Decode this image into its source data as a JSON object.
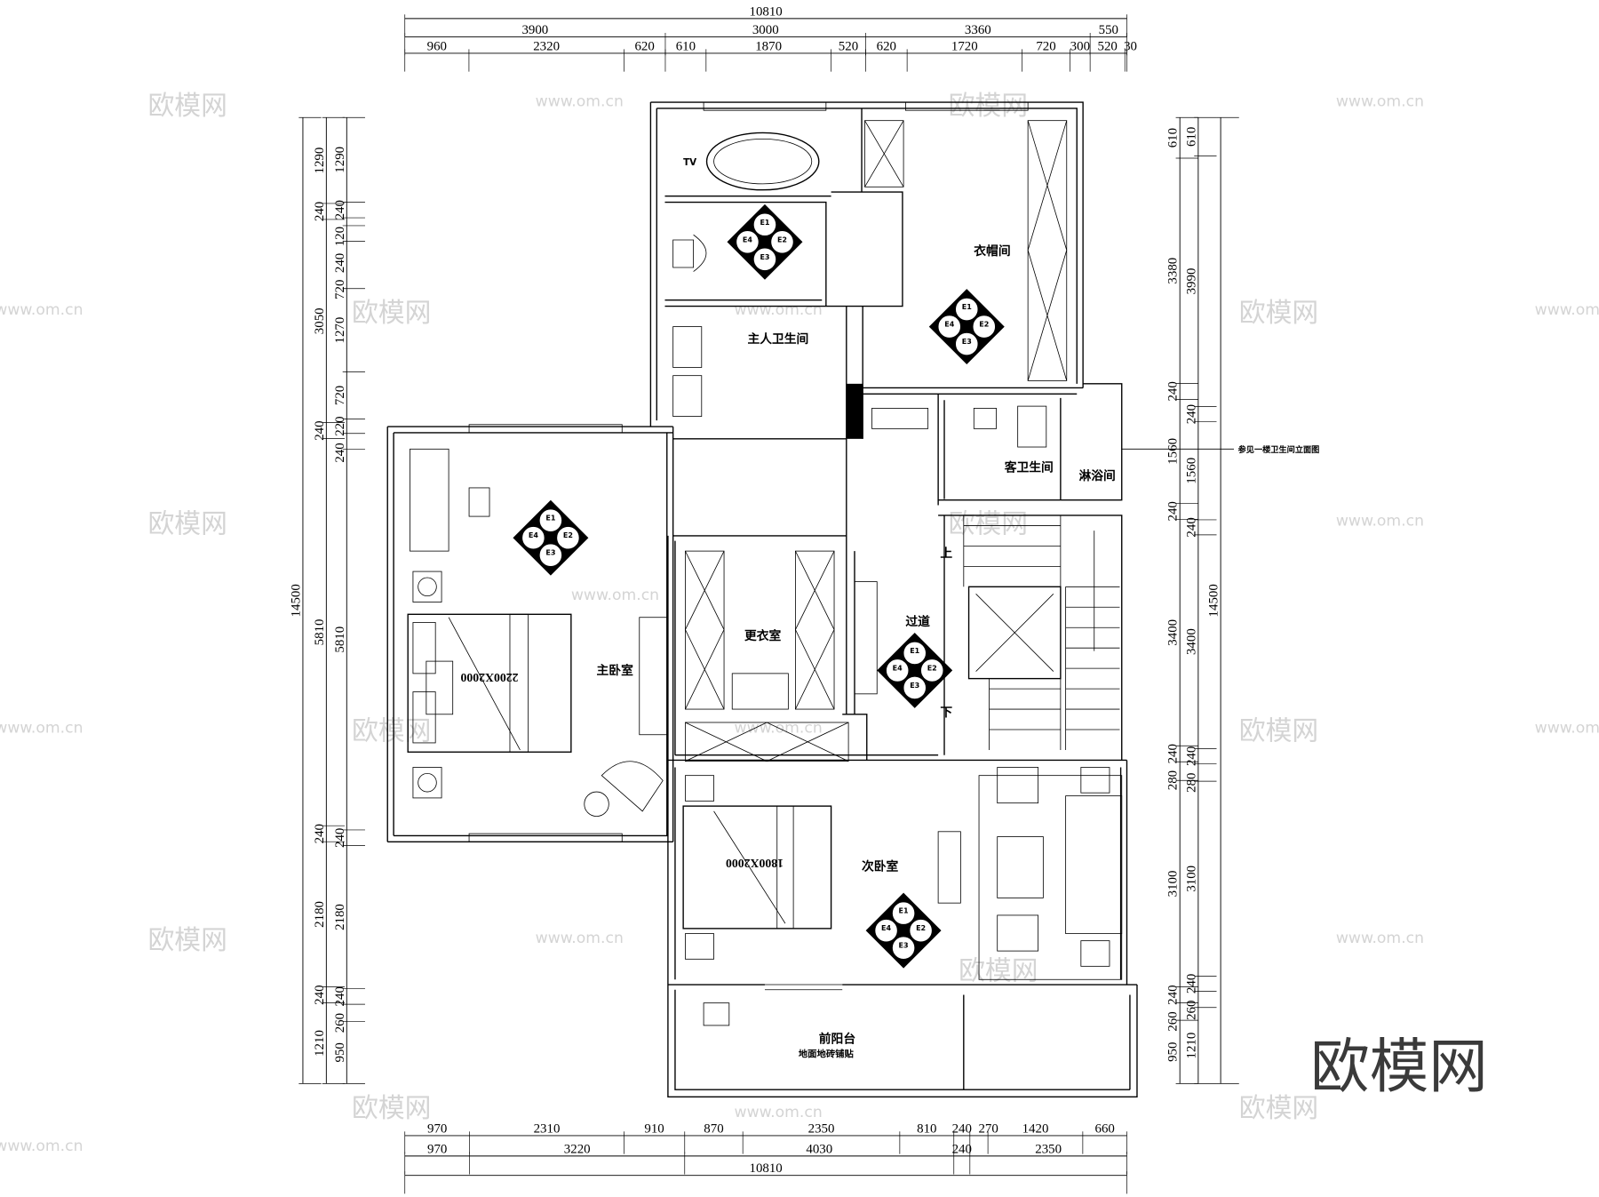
{
  "dimensions": {
    "top": [
      {
        "name": "top-total",
        "values": [
          10810
        ]
      },
      {
        "name": "top-mid",
        "values": [
          3900,
          3000,
          3360,
          550
        ]
      },
      {
        "name": "top-detail",
        "values": [
          960,
          2320,
          620,
          610,
          1870,
          520,
          620,
          1720,
          720,
          300,
          520,
          30
        ]
      }
    ],
    "bottom": [
      {
        "name": "bottom-detail",
        "values": [
          970,
          2310,
          910,
          870,
          2350,
          810,
          240,
          270,
          1420,
          660
        ]
      },
      {
        "name": "bottom-mid",
        "values": [
          970,
          3220,
          4030,
          240,
          2350
        ]
      },
      {
        "name": "bottom-total",
        "values": [
          10810
        ]
      }
    ],
    "left": [
      {
        "name": "left-total",
        "values": [
          14500
        ]
      },
      {
        "name": "left-mid",
        "values": [
          1290,
          240,
          3050,
          240,
          5810,
          240,
          2180,
          240,
          1210
        ]
      },
      {
        "name": "left-detail",
        "values": [
          1290,
          240,
          120,
          240,
          720,
          1270,
          720,
          220,
          240,
          5810,
          240,
          2180,
          240,
          260,
          950
        ]
      }
    ],
    "right": [
      {
        "name": "right-detail",
        "values": [
          610,
          3380,
          240,
          1560,
          240,
          3400,
          240,
          280,
          3100,
          240,
          260,
          950
        ]
      },
      {
        "name": "right-mid",
        "values": [
          610,
          3990,
          240,
          1560,
          240,
          3400,
          240,
          280,
          3100,
          240,
          260,
          1210
        ]
      },
      {
        "name": "right-total",
        "values": [
          14500
        ]
      }
    ]
  },
  "rooms": {
    "cloakroom": "衣帽间",
    "master_bath": "主人卫生间",
    "guest_bath": "客卫生间",
    "shower": "淋浴间",
    "corridor": "过道",
    "dressing": "更衣室",
    "master_bedroom": "主卧室",
    "second_bedroom": "次卧室",
    "balcony": "前阳台",
    "balcony_note": "地面地砖铺贴",
    "stairs_up": "上",
    "stairs_down": "下",
    "tv": "TV"
  },
  "furniture": {
    "master_bed": "2200X2000",
    "second_bed": "1800X2000"
  },
  "annotation": "参见一楼卫生间立面图",
  "index_labels": [
    "E1",
    "E2",
    "E3",
    "E4"
  ],
  "watermark": {
    "logo": "欧模网",
    "url": "www.om.cn"
  }
}
